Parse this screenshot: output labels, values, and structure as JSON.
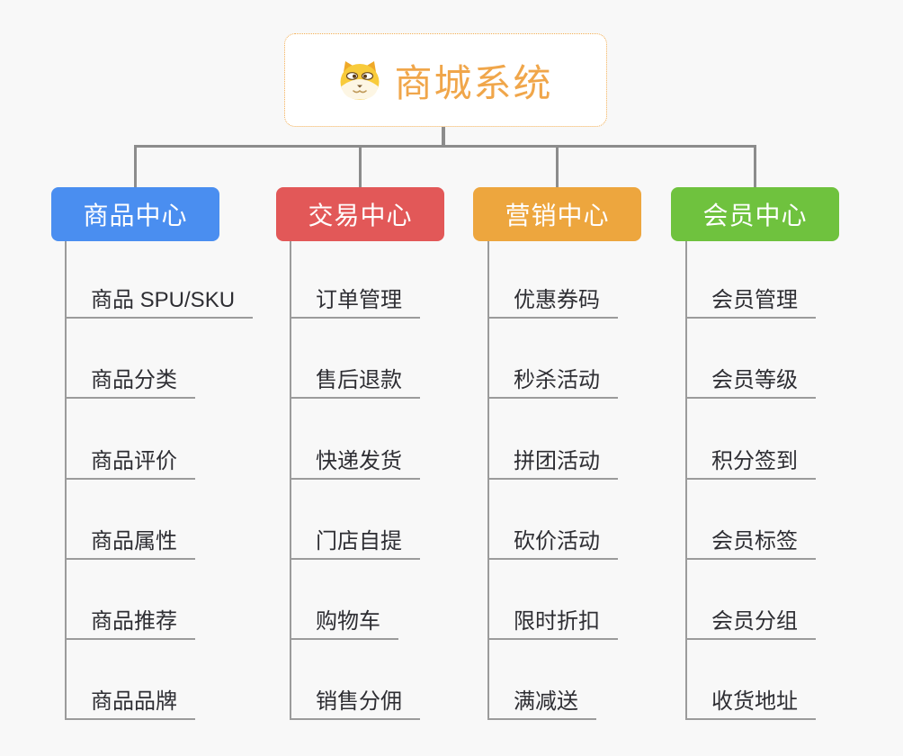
{
  "root": {
    "title": "商城系统",
    "icon": "dog-face-icon",
    "title_color": "#f0a64a",
    "border_color": "#f2ad52"
  },
  "connector_color": "#8c8c8c",
  "leaf_line_color": "#9b9b9b",
  "branches": [
    {
      "label": "商品中心",
      "color": "#4a8ef0",
      "items": [
        "商品 SPU/SKU",
        "商品分类",
        "商品评价",
        "商品属性",
        "商品推荐",
        "商品品牌"
      ]
    },
    {
      "label": "交易中心",
      "color": "#e25858",
      "items": [
        "订单管理",
        "售后退款",
        "快递发货",
        "门店自提",
        "购物车",
        "销售分佣"
      ]
    },
    {
      "label": "营销中心",
      "color": "#eda63e",
      "items": [
        "优惠券码",
        "秒杀活动",
        "拼团活动",
        "砍价活动",
        "限时折扣",
        "满减送"
      ]
    },
    {
      "label": "会员中心",
      "color": "#6fc23e",
      "items": [
        "会员管理",
        "会员等级",
        "积分签到",
        "会员标签",
        "会员分组",
        "收货地址"
      ]
    }
  ]
}
